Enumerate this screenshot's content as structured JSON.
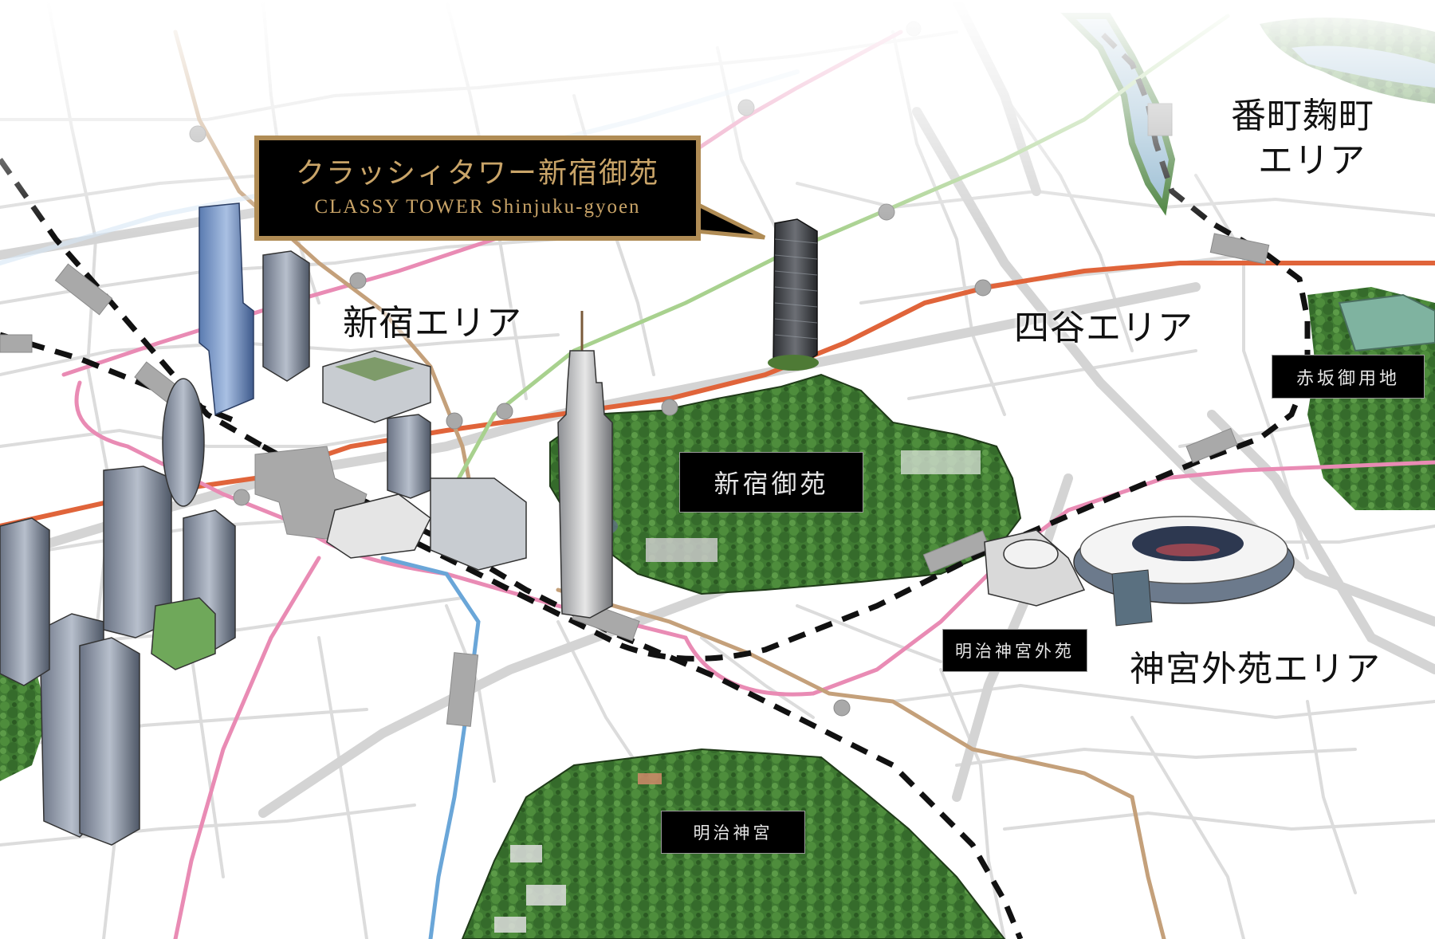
{
  "map": {
    "property_callout": {
      "title_ja": "クラッシィタワー新宿御苑",
      "title_en": "CLASSY TOWER Shinjuku-gyoen",
      "border_color": "#b08c55",
      "text_color": "#c9a468"
    },
    "area_labels": [
      {
        "id": "shinjuku-area",
        "text": "新宿エリア"
      },
      {
        "id": "yotsuya-area",
        "text": "四谷エリア"
      },
      {
        "id": "bancho-kojimachi-area-line1",
        "text": "番町麹町"
      },
      {
        "id": "bancho-kojimachi-area-line2",
        "text": "エリア"
      },
      {
        "id": "jingu-gaien-area",
        "text": "神宮外苑エリア"
      }
    ],
    "place_labels": [
      {
        "id": "shinjuku-gyoen",
        "text": "新宿御苑"
      },
      {
        "id": "akasaka-goyochi",
        "text": "赤坂御用地"
      },
      {
        "id": "meiji-jingu-gaien",
        "text": "明治神宮外苑"
      },
      {
        "id": "meiji-jingu",
        "text": "明治神宮"
      }
    ],
    "line_colors": {
      "marunouchi": "#e0643a",
      "oedo": "#e98bb4",
      "fukutoshin": "#c4a07a",
      "shinjuku_line": "#a8d18e",
      "odakyu": "#6aa6d8",
      "jr": "#111111",
      "road": "#d9d9d9",
      "station": "#a9a9a9",
      "park": "#3f7a32",
      "water": "#8fb6cf"
    }
  }
}
